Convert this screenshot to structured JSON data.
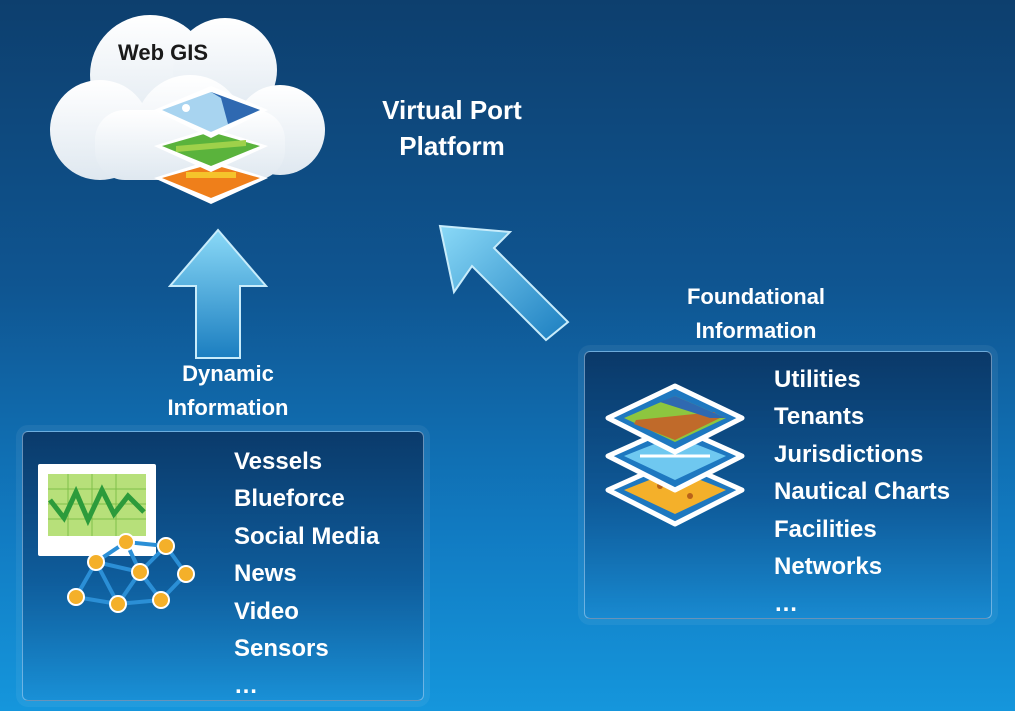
{
  "cloud": {
    "title": "Web GIS",
    "icon": "layered-map-icon"
  },
  "platform": {
    "line1": "Virtual Port",
    "line2": "Platform"
  },
  "dynamic": {
    "label_line1": "Dynamic",
    "label_line2": "Information",
    "icon": "monitor-network-icon",
    "items": [
      "Vessels",
      "Blueforce",
      "Social Media",
      "News",
      "Video",
      "Sensors",
      "…"
    ]
  },
  "foundational": {
    "label_line1": "Foundational",
    "label_line2": "Information",
    "icon": "map-layers-icon",
    "items": [
      "Utilities",
      "Tenants",
      "Jurisdictions",
      "Nautical Charts",
      "Facilities",
      "Networks",
      "…"
    ]
  },
  "colors": {
    "background_top": "#0d3f6e",
    "background_bottom": "#1596dc",
    "cloud": "#ffffff",
    "arrow": "#5cc4ee",
    "network_node": "#f4b02a",
    "chart_green": "#2c9b3b"
  }
}
